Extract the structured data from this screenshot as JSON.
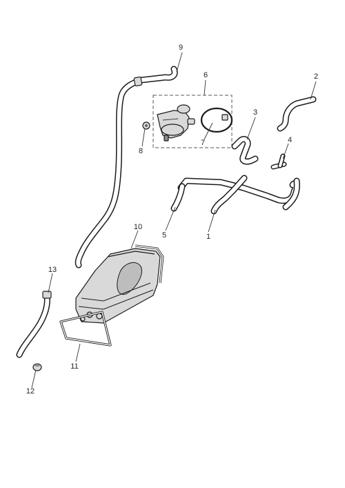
{
  "callouts": {
    "n1": "1",
    "n2": "2",
    "n3": "3",
    "n4": "4",
    "n5": "5",
    "n6": "6",
    "n7": "7",
    "n8": "8",
    "n9": "9",
    "n10": "10",
    "n11": "11",
    "n12": "12",
    "n13": "13"
  },
  "colors": {
    "line": "#1a1a1a",
    "part_fill": "#d9d9d9",
    "part_shadow": "#8a8a8a",
    "background": "#ffffff"
  }
}
